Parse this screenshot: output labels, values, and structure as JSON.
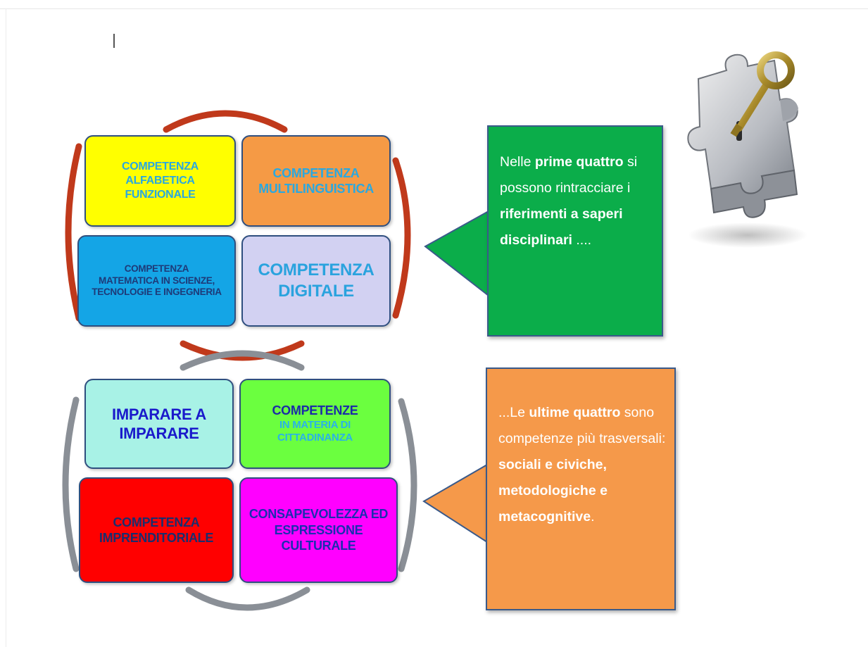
{
  "top_group": {
    "box1": "COMPETENZA\nALFABETICA\nFUNZIONALE",
    "box2": "COMPETENZA\nMULTILINGUISTICA",
    "box3": "COMPETENZA\nMATEMATICA  IN SCIENZE,\nTECNOLOGIE E INGEGNERIA",
    "box4": "COMPETENZA\nDIGITALE"
  },
  "bottom_group": {
    "box5": "IMPARARE A\nIMPARARE",
    "box6_title": "COMPETENZE",
    "box6_sub": "IN MATERIA DI\nCITTADINANZA",
    "box7": "COMPETENZA\nIMPRENDITORIALE",
    "box8": "CONSAPEVOLEZZA ED\nESPRESSIONE\nCULTURALE"
  },
  "callout_top": {
    "t1": "Nelle ",
    "b1": "prime quattro",
    "t2": " si possono rintracciare i ",
    "b2": "riferimenti a saperi disciplinari",
    "t3": " ...."
  },
  "callout_bottom": {
    "t1": "...Le ",
    "b1": "ultime quattro",
    "t2": " sono competenze più trasversali: ",
    "b2": "sociali e civiche, metodologiche e metacognitive",
    "t3": "."
  },
  "colors": {
    "top_arc": "#c0391b",
    "bottom_arc": "#8a8f96",
    "callout_top": "#0bad4a",
    "callout_bottom": "#f5994a"
  },
  "decor": {
    "image": "puzzle-key-icon"
  }
}
